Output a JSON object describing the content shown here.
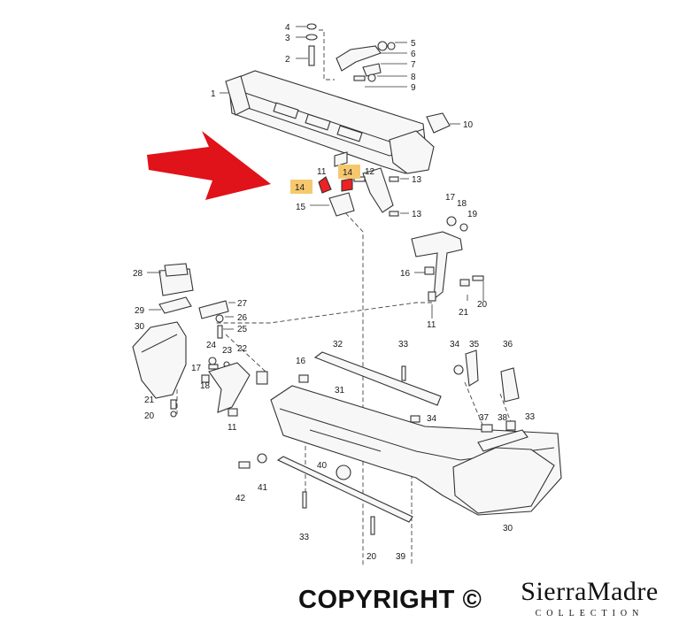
{
  "diagram": {
    "highlight_fill": "#f6c86e",
    "arrow_color": "#e0121a",
    "labels": [
      {
        "id": "l4",
        "text": "4"
      },
      {
        "id": "l3",
        "text": "3"
      },
      {
        "id": "l2",
        "text": "2"
      },
      {
        "id": "l5",
        "text": "5"
      },
      {
        "id": "l6",
        "text": "6"
      },
      {
        "id": "l7",
        "text": "7"
      },
      {
        "id": "l8",
        "text": "8"
      },
      {
        "id": "l9",
        "text": "9"
      },
      {
        "id": "l1",
        "text": "1"
      },
      {
        "id": "l10",
        "text": "10"
      },
      {
        "id": "l11a",
        "text": "11"
      },
      {
        "id": "l12",
        "text": "12"
      },
      {
        "id": "l13a",
        "text": "13"
      },
      {
        "id": "l13b",
        "text": "13"
      },
      {
        "id": "l15",
        "text": "15"
      },
      {
        "id": "l17a",
        "text": "17"
      },
      {
        "id": "l18a",
        "text": "18"
      },
      {
        "id": "l19",
        "text": "19"
      },
      {
        "id": "l16a",
        "text": "16"
      },
      {
        "id": "l21a",
        "text": "21"
      },
      {
        "id": "l20a",
        "text": "20"
      },
      {
        "id": "l11b",
        "text": "11"
      },
      {
        "id": "l28",
        "text": "28"
      },
      {
        "id": "l27",
        "text": "27"
      },
      {
        "id": "l29",
        "text": "29"
      },
      {
        "id": "l26",
        "text": "26"
      },
      {
        "id": "l25",
        "text": "25"
      },
      {
        "id": "l30a",
        "text": "30"
      },
      {
        "id": "l24",
        "text": "24"
      },
      {
        "id": "l23",
        "text": "23"
      },
      {
        "id": "l22",
        "text": "22"
      },
      {
        "id": "l17b",
        "text": "17"
      },
      {
        "id": "l18b",
        "text": "18"
      },
      {
        "id": "l21b",
        "text": "21"
      },
      {
        "id": "l20b",
        "text": "20"
      },
      {
        "id": "l11c",
        "text": "11"
      },
      {
        "id": "l32",
        "text": "32"
      },
      {
        "id": "l33a",
        "text": "33"
      },
      {
        "id": "l34a",
        "text": "34"
      },
      {
        "id": "l35",
        "text": "35"
      },
      {
        "id": "l36",
        "text": "36"
      },
      {
        "id": "l16b",
        "text": "16"
      },
      {
        "id": "l31",
        "text": "31"
      },
      {
        "id": "l34b",
        "text": "34"
      },
      {
        "id": "l37",
        "text": "37"
      },
      {
        "id": "l38",
        "text": "38"
      },
      {
        "id": "l33b",
        "text": "33"
      },
      {
        "id": "l40",
        "text": "40"
      },
      {
        "id": "l42",
        "text": "42"
      },
      {
        "id": "l41",
        "text": "41"
      },
      {
        "id": "l33c",
        "text": "33"
      },
      {
        "id": "l20c",
        "text": "20"
      },
      {
        "id": "l39",
        "text": "39"
      },
      {
        "id": "l30b",
        "text": "30"
      }
    ],
    "highlighted_labels": [
      {
        "id": "h14a",
        "text": "14"
      },
      {
        "id": "h14b",
        "text": "14"
      }
    ]
  },
  "footer": {
    "copyright": "COPYRIGHT ©",
    "brand": "SierraMadre",
    "brand_sub": "COLLECTION"
  }
}
